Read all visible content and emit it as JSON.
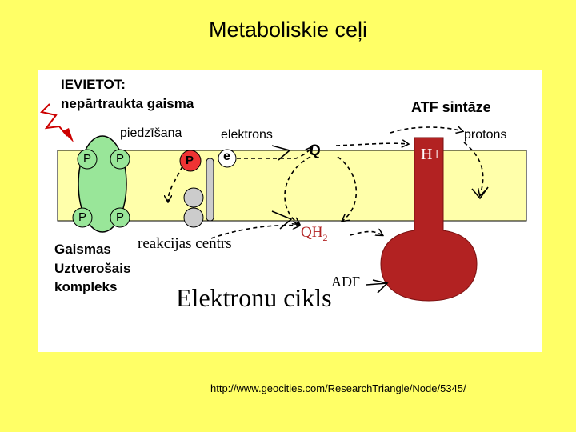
{
  "title": "Metaboliskie ceļi",
  "diagram": {
    "insert_label": "IEVIETOT:",
    "light_label": "nepārtraukta gaisma",
    "excitation_label": "piedzīšana",
    "electron_label": "elektrons",
    "electron_symbol": "e",
    "q_label": "Q",
    "qh2_label": "QH",
    "qh2_subscript": "2",
    "atp_synthase_label": "ATF sintāze",
    "proton_label": "protons",
    "h_plus_label": "H+",
    "pigment_symbol": "P",
    "reaction_center_label": "reakcijas centrs",
    "complex_label_line1": "Gaismas",
    "complex_label_line2": "Uztverošais",
    "complex_label_line3": "kompleks",
    "adf_label": "ADF",
    "cycle_title": "Elektronu cikls"
  },
  "source_url": "http://www.geocities.com/ResearchTriangle/Node/5345/",
  "colors": {
    "background": "#ffff66",
    "membrane": "#ffffaa",
    "pigment_green": "#99e699",
    "synthase_red": "#b22222",
    "lightning_red": "#cc0000"
  }
}
